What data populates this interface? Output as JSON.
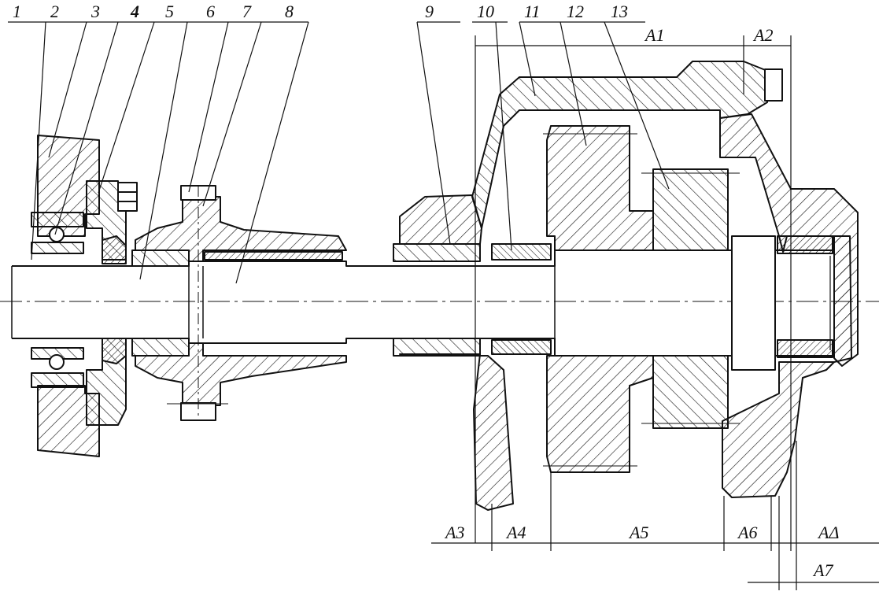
{
  "colors": {
    "ink": "#111111",
    "paper": "#ffffff"
  },
  "part_numbers": [
    "1",
    "2",
    "3",
    "4",
    "5",
    "6",
    "7",
    "8",
    "9",
    "10",
    "11",
    "12",
    "13"
  ],
  "dimensions": {
    "a1": "A1",
    "a2": "A2",
    "a3": "A3",
    "a4": "A4",
    "a5": "A5",
    "a6": "A6",
    "a7": "A7",
    "a_delta": "AΔ"
  }
}
